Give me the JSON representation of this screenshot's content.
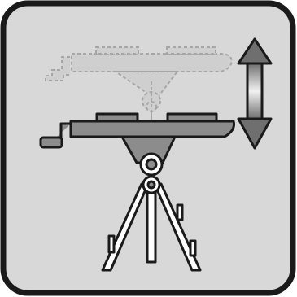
{
  "colors": {
    "panel_bg": "#d8d8d8",
    "panel_border": "#1a1a1a",
    "outline": "#1a1a1a",
    "metal": "#8c8c8c",
    "ghost_fill": "#cfcfcf",
    "ghost_dash": "#a6a6a6",
    "leg_fill": "#ffffff",
    "arrow_dark": "#6f6f6f",
    "arrow_light": "#f2f2f2"
  },
  "icons": {
    "ghost_table": "raised-work-table-outline",
    "table": "work-table",
    "hand_crank": "hand-crank",
    "tripod": "tripod-stand",
    "arrow": "up-down-arrow"
  }
}
